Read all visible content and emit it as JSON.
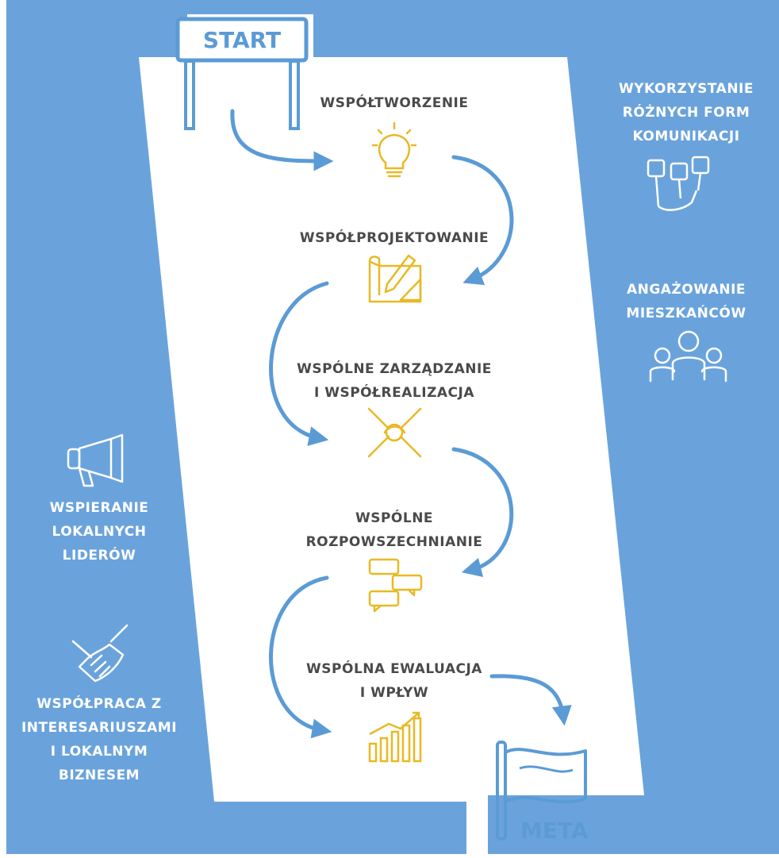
{
  "start_label": "START",
  "finish_label": "META",
  "steps": [
    {
      "lines": [
        "WSPÓŁTWORZENIE"
      ],
      "icon": "lightbulb-icon"
    },
    {
      "lines": [
        "WSPÓŁPROJEKTOWANIE"
      ],
      "icon": "blueprint-icon"
    },
    {
      "lines": [
        "WSPÓLNE ZARZĄDZANIE",
        "I WSPÓŁREALIZACJA"
      ],
      "icon": "joined-hands-icon"
    },
    {
      "lines": [
        "WSPÓLNE",
        "ROZPOWSZECHNIANIE"
      ],
      "icon": "speech-bubbles-icon"
    },
    {
      "lines": [
        "WSPÓLNA EWALUACJA",
        "I WPŁYW"
      ],
      "icon": "growth-chart-icon"
    }
  ],
  "right_items": [
    {
      "lines": [
        "WYKORZYSTANIE",
        "RÓŻNYCH FORM",
        "KOMUNIKACJI"
      ],
      "icon": "social-media-icon"
    },
    {
      "lines": [
        "ANGAŻOWANIE",
        "MIESZKAŃCÓW"
      ],
      "icon": "residents-group-icon"
    }
  ],
  "left_items": [
    {
      "lines": [
        "WSPIERANIE",
        "LOKALNYCH",
        "LIDERÓW"
      ],
      "icon": "megaphone-icon"
    },
    {
      "lines": [
        "WSPÓŁPRACA Z",
        "INTERESARIUSZAMI",
        "I LOKALNYM",
        "BIZNESEM"
      ],
      "icon": "handshake-icon"
    }
  ],
  "colors": {
    "background": "#6aa3dc",
    "road": "#ffffff",
    "arrow": "#5b9bd5",
    "icon": "#e8b923",
    "step_text": "#4a4a4a",
    "side_text": "#ffffff"
  }
}
